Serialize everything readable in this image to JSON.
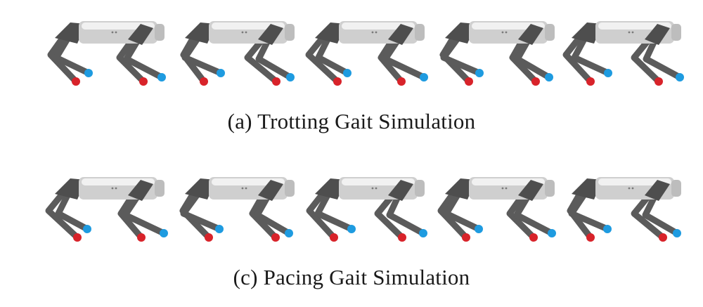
{
  "figure": {
    "rows": [
      {
        "id": "trotting",
        "caption": "(a)  Trotting Gait Simulation",
        "frame_count": 5
      },
      {
        "id": "pacing",
        "caption": "(c)  Pacing Gait Simulation",
        "frame_count": 5
      }
    ],
    "colors": {
      "body": "#cfcfcf",
      "body_highlight": "#f1f1f1",
      "legs": "#5b5b5b",
      "front_foot": "#1e9be0",
      "rear_foot": "#d8232a"
    }
  }
}
